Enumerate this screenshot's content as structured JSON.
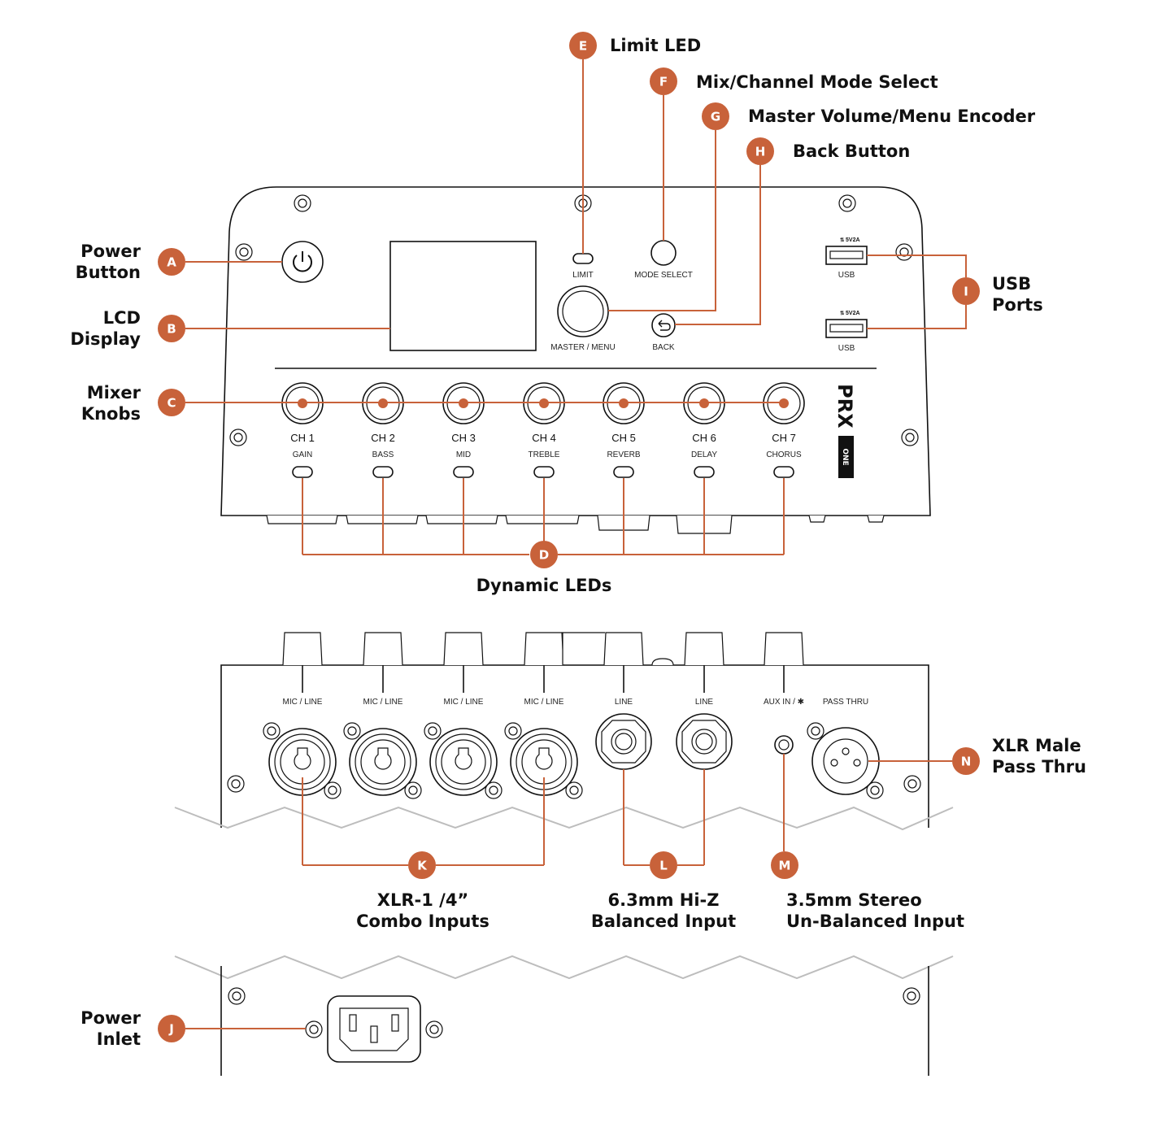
{
  "colors": {
    "accent": "#c8623a",
    "line": "#111111",
    "break": "#bdbdbd"
  },
  "callouts": [
    {
      "id": "A",
      "label_lines": [
        "Power",
        "Button"
      ]
    },
    {
      "id": "B",
      "label_lines": [
        "LCD",
        "Display"
      ]
    },
    {
      "id": "C",
      "label_lines": [
        "Mixer",
        "Knobs"
      ]
    },
    {
      "id": "D",
      "label_lines": [
        "Dynamic LEDs"
      ]
    },
    {
      "id": "E",
      "label_lines": [
        "Limit LED"
      ]
    },
    {
      "id": "F",
      "label_lines": [
        "Mix/Channel Mode Select"
      ]
    },
    {
      "id": "G",
      "label_lines": [
        "Master Volume/Menu Encoder"
      ]
    },
    {
      "id": "H",
      "label_lines": [
        "Back Button"
      ]
    },
    {
      "id": "I",
      "label_lines": [
        "USB",
        "Ports"
      ]
    },
    {
      "id": "J",
      "label_lines": [
        "Power",
        "Inlet"
      ]
    },
    {
      "id": "K",
      "label_lines": [
        "XLR-1 /4”",
        "Combo Inputs"
      ]
    },
    {
      "id": "L",
      "label_lines": [
        "6.3mm Hi-Z",
        "Balanced Input"
      ]
    },
    {
      "id": "M",
      "label_lines": [
        "3.5mm Stereo",
        "Un-Balanced Input"
      ]
    },
    {
      "id": "N",
      "label_lines": [
        "XLR Male",
        "Pass Thru"
      ]
    }
  ],
  "top_panel": {
    "limit_label": "LIMIT",
    "mode_select_label": "MODE SELECT",
    "master_label": "MASTER / MENU",
    "back_label": "BACK",
    "usb_label": "USB",
    "usb_rating": "5V2A",
    "logo_main": "PRX",
    "logo_sub": "ONE",
    "channels": [
      {
        "name": "CH 1",
        "function": "GAIN"
      },
      {
        "name": "CH 2",
        "function": "BASS"
      },
      {
        "name": "CH 3",
        "function": "MID"
      },
      {
        "name": "CH 4",
        "function": "TREBLE"
      },
      {
        "name": "CH 5",
        "function": "REVERB"
      },
      {
        "name": "CH 6",
        "function": "DELAY"
      },
      {
        "name": "CH 7",
        "function": "CHORUS"
      }
    ]
  },
  "rear_panel": {
    "input_labels": [
      "MIC / LINE",
      "MIC / LINE",
      "MIC / LINE",
      "MIC / LINE",
      "LINE",
      "LINE",
      "AUX IN / ✱"
    ],
    "pass_thru_label": "PASS THRU"
  }
}
